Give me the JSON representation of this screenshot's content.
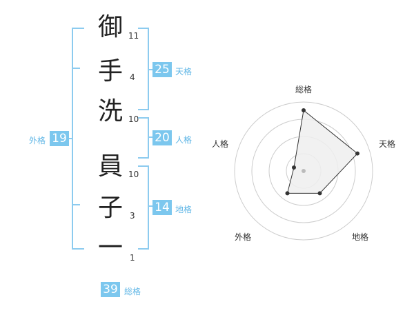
{
  "name": {
    "chars": [
      "御",
      "手",
      "洗",
      "員",
      "子",
      "一"
    ],
    "strokes": [
      "11",
      "4",
      "10",
      "10",
      "3",
      "1"
    ]
  },
  "fortunes": {
    "tenkaku": {
      "value": "25",
      "label": "天格"
    },
    "jinkaku": {
      "value": "20",
      "label": "人格"
    },
    "chikaku": {
      "value": "14",
      "label": "地格"
    },
    "gaikaku": {
      "value": "19",
      "label": "外格"
    },
    "soukaku": {
      "value": "39",
      "label": "総格"
    }
  },
  "radar": {
    "axes": [
      "総格",
      "天格",
      "地格",
      "外格",
      "人格"
    ],
    "values": [
      0.88,
      0.82,
      0.4,
      0.4,
      0.0
    ],
    "rings": 4,
    "colors": {
      "grid": "#cccccc",
      "fill": "#eeeeee",
      "line": "#333333",
      "center": "#bbbbbb"
    }
  }
}
